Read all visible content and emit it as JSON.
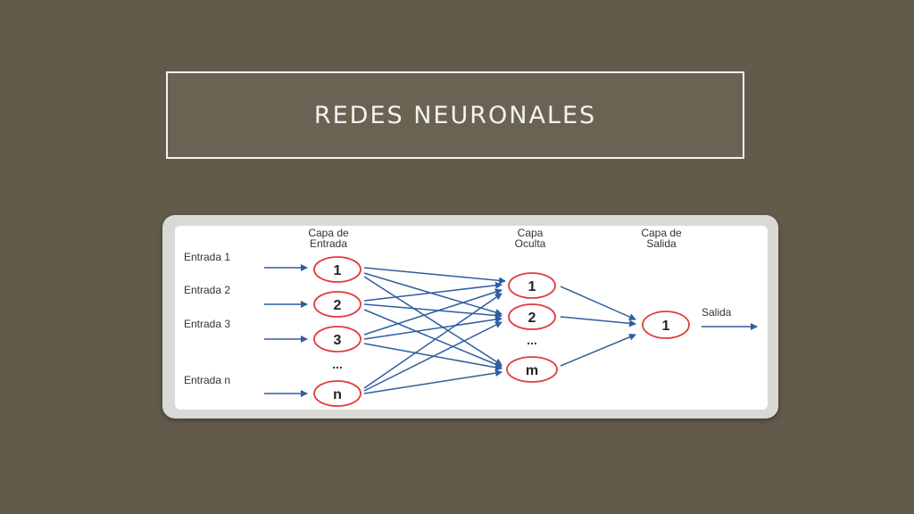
{
  "slide": {
    "title": "REDES NEURONALES"
  },
  "diagram": {
    "headers": {
      "input_line1": "Capa de",
      "input_line2": "Entrada",
      "hidden_line1": "Capa",
      "hidden_line2": "Oculta",
      "output_line1": "Capa de",
      "output_line2": "Salida"
    },
    "inputs": [
      "Entrada 1",
      "Entrada 2",
      "Entrada 3",
      "Entrada n"
    ],
    "input_nodes": [
      "1",
      "2",
      "3",
      "n"
    ],
    "hidden_nodes": [
      "1",
      "2",
      "m"
    ],
    "output_nodes": [
      "1"
    ],
    "output_label": "Salida",
    "ellipsis": "...",
    "colors": {
      "arrow": "#2e5f9e",
      "node_border": "#e23c3c",
      "title_border": "#f4f2ee",
      "background": "#625b4c"
    }
  }
}
